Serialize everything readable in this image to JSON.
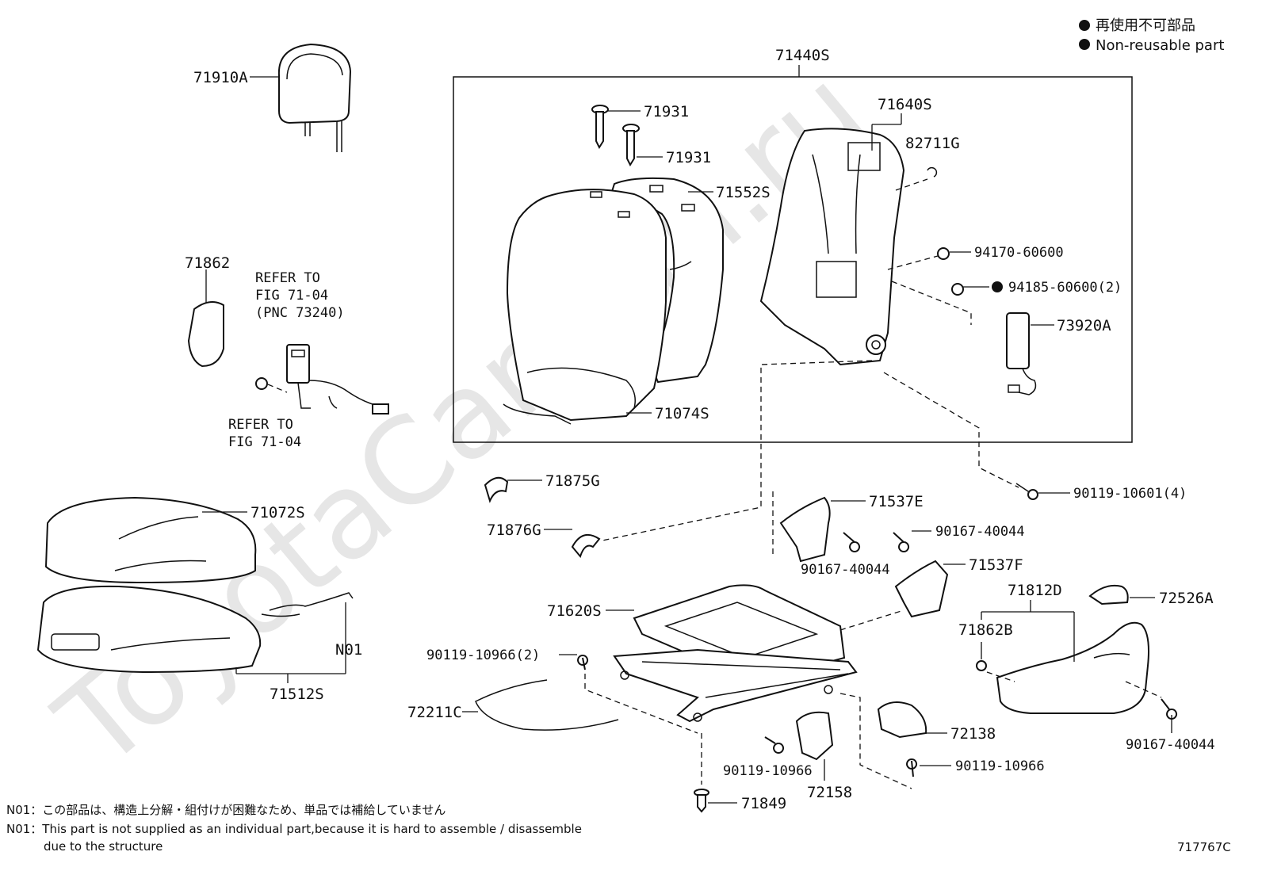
{
  "watermark": "ToyotaCarMan.ru",
  "legend": {
    "jp": "再使用不可部品",
    "en": "Non-reusable part"
  },
  "labels": {
    "p71910A": "71910A",
    "p71440S": "71440S",
    "p71931a": "71931",
    "p71931b": "71931",
    "p71640S": "71640S",
    "p82711G": "82711G",
    "p71552S": "71552S",
    "p94170": "94170-60600",
    "p94185": "94185-60600(2)",
    "p73920A": "73920A",
    "p71074S": "71074S",
    "p71862": "71862",
    "p71875G": "71875G",
    "p71876G": "71876G",
    "p90119_10601": "90119-10601(4)",
    "p71537E": "71537E",
    "p90167_a": "90167-40044",
    "p90167_b": "90167-40044",
    "p71537F": "71537F",
    "p71072S": "71072S",
    "pN01": "N01",
    "p71512S": "71512S",
    "p71620S": "71620S",
    "p71812D": "71812D",
    "p72526A": "72526A",
    "p71862B": "71862B",
    "p90119_10966_2": "90119-10966(2)",
    "p72211C": "72211C",
    "p72138": "72138",
    "p90119_10966_a": "90119-10966",
    "p90119_10966_b": "90119-10966",
    "p72158": "72158",
    "p71849": "71849",
    "p90167_c": "90167-40044"
  },
  "refer": {
    "upper": [
      "REFER TO",
      "FIG 71-04",
      "(PNC 73240)"
    ],
    "lower": [
      "REFER TO",
      "FIG 71-04"
    ]
  },
  "notes": {
    "jp": "N01：この部品は、構造上分解・組付けが困難なため、単品では補給していません",
    "en": "N01：This part is not supplied as an individual part,because it is hard to assemble / disassemble",
    "en2": "due to the structure"
  },
  "figure_id": "717767C"
}
